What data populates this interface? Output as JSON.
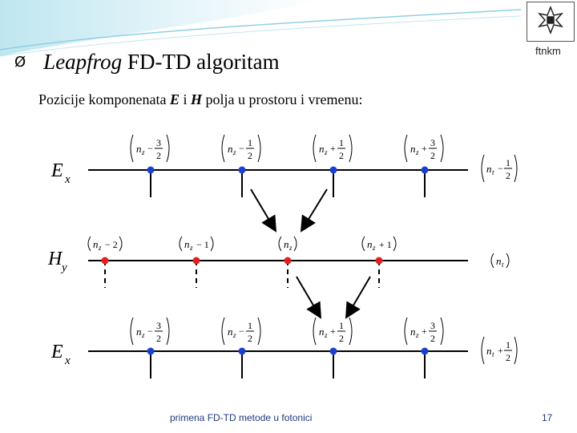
{
  "brand": "ftnkm",
  "bullet": "Ø",
  "title_italic": "Leapfrog",
  "title_rest": " FD-TD algoritam",
  "subtitle": {
    "pre": "Pozicije komponenata ",
    "e": "E",
    "mid": " i ",
    "h": "H",
    "post": " polja u prostoru i vremenu:"
  },
  "rows": {
    "ex_top": {
      "label": "E",
      "sub": "x",
      "time_label": "n",
      "time_sub": "t",
      "time_op": "−",
      "time_num": "1",
      "time_den": "2"
    },
    "hy": {
      "label": "H",
      "sub": "y",
      "time_label": "n",
      "time_sub": "t"
    },
    "ex_bottom": {
      "label": "E",
      "sub": "x",
      "time_label": "n",
      "time_sub": "t",
      "time_op": "+",
      "time_num": "1",
      "time_den": "2"
    }
  },
  "e_positions": [
    {
      "op": "−",
      "num": "3",
      "den": "2"
    },
    {
      "op": "−",
      "num": "1",
      "den": "2"
    },
    {
      "op": "+",
      "num": "1",
      "den": "2"
    },
    {
      "op": "+",
      "num": "3",
      "den": "2"
    }
  ],
  "h_positions": [
    {
      "text": "− 2"
    },
    {
      "text": "− 1"
    },
    {
      "text": ""
    },
    {
      "text": "+ 1"
    }
  ],
  "nz": {
    "n": "n",
    "z": "z"
  },
  "colors": {
    "e_node": "#1b3fd0",
    "h_node": "#e02020",
    "line": "#000000",
    "footer": "#1f3a7a"
  },
  "footer": "primena FD-TD metode u fotonici",
  "page_number": "17"
}
